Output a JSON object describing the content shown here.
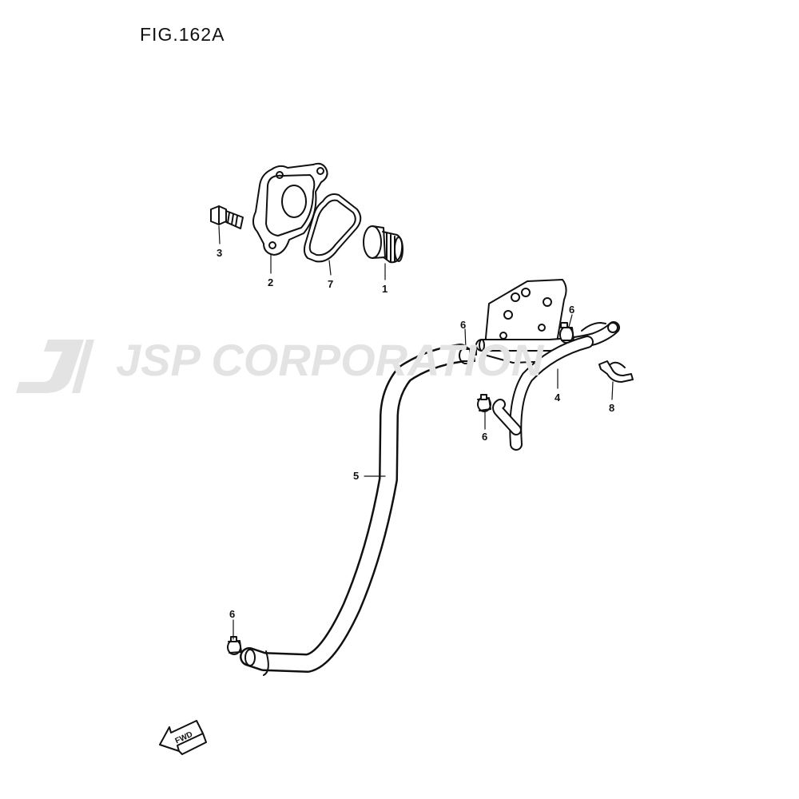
{
  "figure": {
    "title": "FIG.162A"
  },
  "watermark": {
    "text": "JSP CORPORATION",
    "color": "#e3e3e3"
  },
  "fwd_arrow": {
    "label": "FWD"
  },
  "callouts": {
    "c1": "1",
    "c2": "2",
    "c3": "3",
    "c4": "4",
    "c5": "5",
    "c6a": "6",
    "c6b": "6",
    "c6c": "6",
    "c6d": "6",
    "c7": "7",
    "c8": "8"
  },
  "colors": {
    "line": "#111111",
    "background": "#ffffff"
  }
}
